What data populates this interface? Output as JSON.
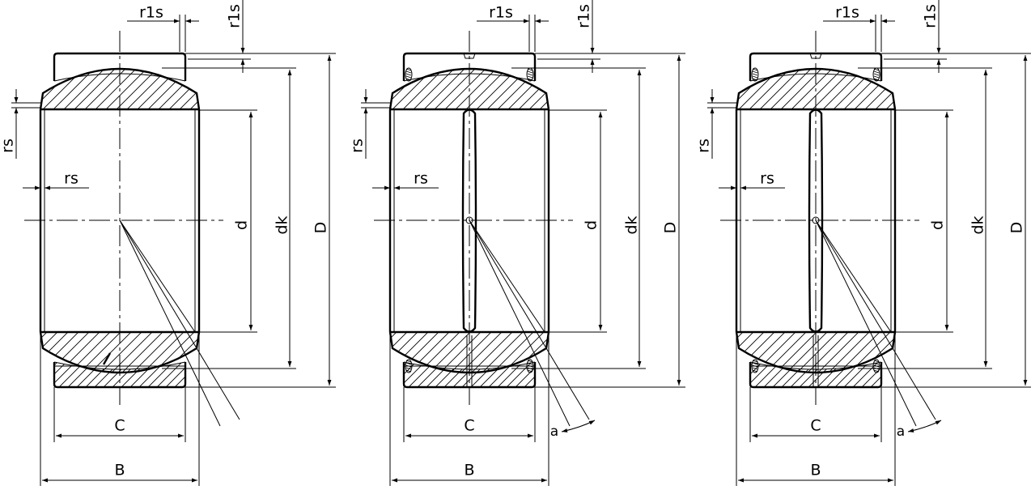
{
  "drawing": {
    "views": [
      {
        "id": "view-1",
        "labels": {
          "r1s_h": "r1s",
          "r1s_v": "r1s",
          "rs_v": "rs",
          "rs_h": "rs",
          "d": "d",
          "dk": "dk",
          "D": "D",
          "C": "C",
          "B": "B"
        }
      },
      {
        "id": "view-2",
        "labels": {
          "r1s_h": "r1s",
          "r1s_v": "r1s",
          "rs_v": "rs",
          "rs_h": "rs",
          "d": "d",
          "dk": "dk",
          "D": "D",
          "C": "C",
          "B": "B",
          "a": "a"
        }
      },
      {
        "id": "view-3",
        "labels": {
          "r1s_h": "r1s",
          "r1s_v": "r1s",
          "rs_v": "rs",
          "rs_h": "rs",
          "d": "d",
          "dk": "dk",
          "D": "D",
          "C": "C",
          "B": "B",
          "a": "a"
        }
      }
    ],
    "colors": {
      "line": "#000000",
      "background": "#ffffff"
    }
  }
}
